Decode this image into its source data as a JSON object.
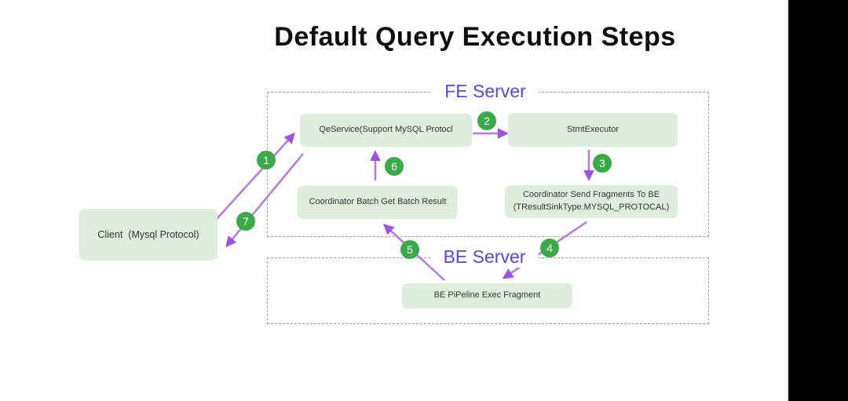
{
  "title": "Default Query Execution Steps",
  "groups": {
    "fe": {
      "label": "FE Server"
    },
    "be": {
      "label": "BE Server"
    }
  },
  "nodes": {
    "client": {
      "label": "Client  (Mysql Protocol)"
    },
    "qeservice": {
      "label": "QeService(Support MySQL Protocl"
    },
    "stmt_executor": {
      "label": "StmtExecutor"
    },
    "coordinator_batch": {
      "label": "Coordinator Batch Get Batch Result"
    },
    "coordinator_send": {
      "line1": "Coordinator Send Fragments To BE",
      "line2": "(TResultSinkType.MYSQL_PROTOCAL)"
    },
    "be_pipeline": {
      "label": "BE PiPeline Exec Fragment"
    }
  },
  "steps": {
    "s1": "1",
    "s2": "2",
    "s3": "3",
    "s4": "4",
    "s5": "5",
    "s6": "6",
    "s7": "7"
  },
  "colors": {
    "node_fill": "#ddeedd",
    "badge_green": "#3aaa49",
    "arrow_purple": "#b478e8",
    "arrowhead_purple": "#a052e2",
    "group_label_blue": "#5348e8",
    "dashed_border": "#a3a3a3",
    "side_panel": "#000000"
  }
}
